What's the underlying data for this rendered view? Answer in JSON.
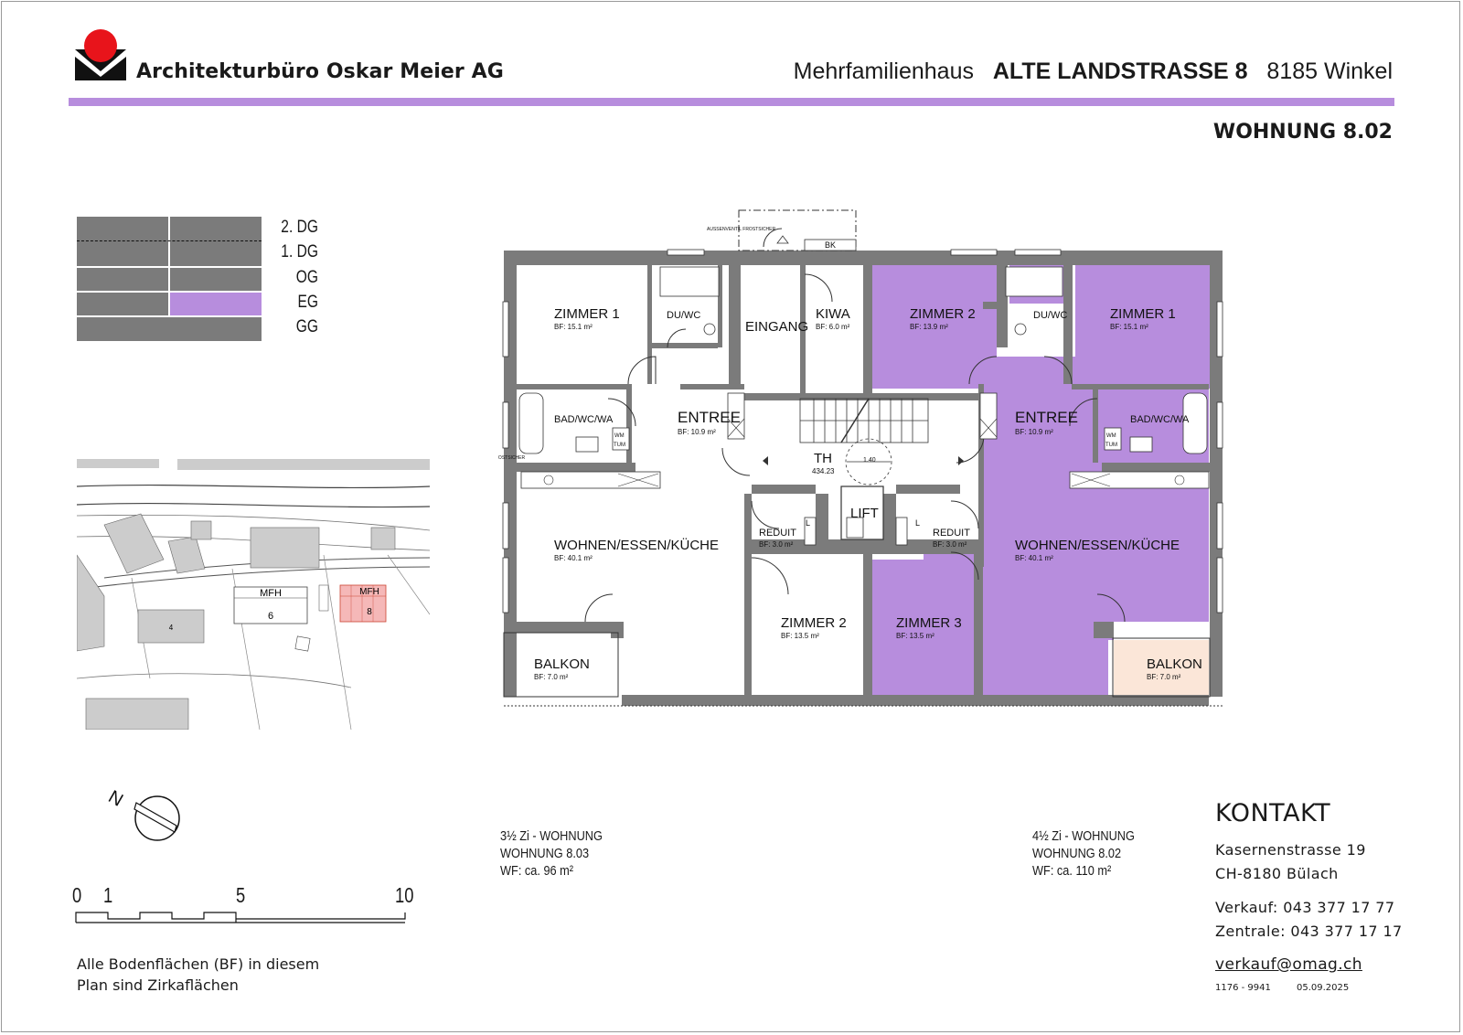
{
  "header": {
    "firm": "Architekturbüro Oskar Meier AG",
    "building_type": "Mehrfamilienhaus",
    "address": "ALTE LANDSTRASSE 8",
    "town": "8185 Winkel",
    "unit": "WOHNUNG 8.02"
  },
  "floors": [
    "2. DG",
    "1. DG",
    "OG",
    "EG",
    "GG"
  ],
  "highlighted_floor": "EG",
  "colors": {
    "accent": "#b78ddd",
    "logo_red": "#e8141b",
    "wall": "#7b7b7b",
    "balcony_highlight": "#fbe6d8"
  },
  "site_plan": {
    "buildings": [
      "MFH",
      "6",
      "4",
      "MFH",
      "8"
    ]
  },
  "plan": {
    "rooms": [
      {
        "name": "ZIMMER 1",
        "area": "BF: 15.1 m²"
      },
      {
        "name": "DU/WC",
        "area": ""
      },
      {
        "name": "EINGANG",
        "area": ""
      },
      {
        "name": "KIWA",
        "area": "BF: 6.0 m²"
      },
      {
        "name": "ZIMMER 2",
        "area": "BF: 13.9 m²"
      },
      {
        "name": "DU/WC",
        "area": ""
      },
      {
        "name": "ZIMMER 1",
        "area": "BF: 15.1 m²"
      },
      {
        "name": "BAD/WC/WA",
        "area": ""
      },
      {
        "name": "ENTREE",
        "area": "BF: 10.9 m²"
      },
      {
        "name": "TH",
        "area": "434.23"
      },
      {
        "name": "ENTREE",
        "area": "BF: 10.9 m²"
      },
      {
        "name": "BAD/WC/WA",
        "area": ""
      },
      {
        "name": "WOHNEN/ESSEN/KÜCHE",
        "area": "BF: 40.1 m²"
      },
      {
        "name": "REDUIT",
        "area": "BF: 3.0 m²"
      },
      {
        "name": "LIFT",
        "area": ""
      },
      {
        "name": "REDUIT",
        "area": "BF: 3.0 m²"
      },
      {
        "name": "WOHNEN/ESSEN/KÜCHE",
        "area": "BF: 40.1 m²"
      },
      {
        "name": "ZIMMER 2",
        "area": "BF: 13.5 m²"
      },
      {
        "name": "ZIMMER 3",
        "area": "BF: 13.5 m²"
      },
      {
        "name": "BALKON",
        "area": "BF: 7.0 m²"
      },
      {
        "name": "BALKON",
        "area": "BF: 7.0 m²"
      }
    ],
    "small_labels": {
      "bk": "BK",
      "stair_width": "1.40",
      "outlet": "AUSSENVENTIL FROSTSICHER",
      "wm": "WM",
      "tum": "TUM",
      "l": "L"
    }
  },
  "units": [
    {
      "rooms": "3½ Zi - WOHNUNG",
      "name": "WOHNUNG 8.03",
      "wf": "WF:   ca. 96 m²"
    },
    {
      "rooms": "4½ Zi - WOHNUNG",
      "name": "WOHNUNG 8.02",
      "wf": "WF:   ca. 110 m²"
    }
  ],
  "scale": {
    "labels": [
      "0",
      "1",
      "5",
      "10"
    ]
  },
  "north": "N",
  "note": {
    "line1": "Alle Bodenflächen (BF) in diesem",
    "line2": "Plan sind Zirkaflächen"
  },
  "contact": {
    "title": "KONTAKT",
    "street": "Kasernenstrasse 19",
    "city": "CH-8180 Bülach",
    "sales": "Verkauf:  043 377 17 77",
    "central": "Zentrale: 043 377 17 17",
    "email": "verkauf@omag.ch",
    "code": "1176 - 9941",
    "date": "05.09.2025"
  }
}
